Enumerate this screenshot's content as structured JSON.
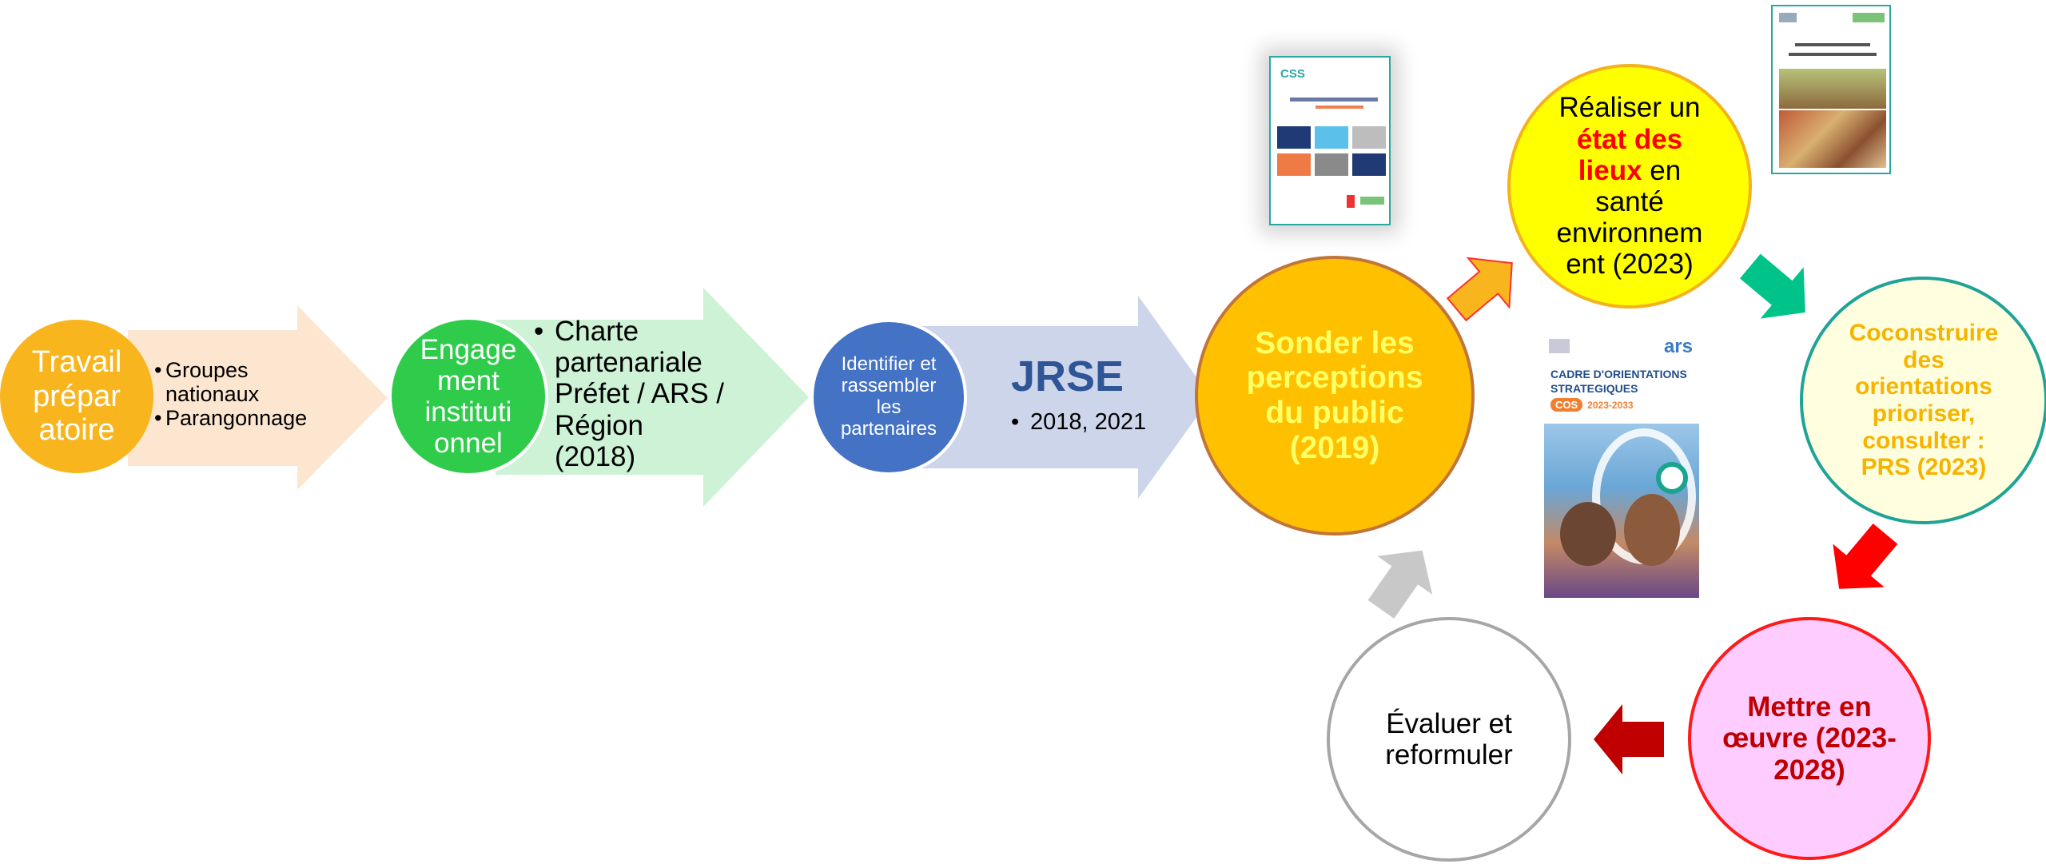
{
  "stage1": {
    "circle_label": "Travail prépar atoire",
    "bullets": [
      "Groupes nationaux",
      "Parangonnage"
    ],
    "colors": {
      "circle": "#f9b51e",
      "arrow": "#fde6d0"
    }
  },
  "stage2": {
    "circle_label": "Engage ment instituti onnel",
    "bullets": [
      "Charte partenariale Préfet / ARS / Région (2018)"
    ],
    "colors": {
      "circle": "#2ecc4a",
      "arrow": "#cdf2d6"
    }
  },
  "stage3": {
    "circle_label": "Identifier et rassembler les partenaires",
    "heading": "JRSE",
    "bullets": [
      "2018, 2021"
    ],
    "colors": {
      "circle": "#4472c4",
      "arrow": "#cdd5ea",
      "heading": "#2f5597"
    }
  },
  "cycle": {
    "sonder": {
      "label": "Sonder les perceptions du public (2019)",
      "fill": "#ffc000",
      "border": "#c0763a",
      "text": "#ffff66"
    },
    "etat": {
      "part1": "Réaliser un",
      "highlight": "état des lieux",
      "part2": "en santé environnem ent (2023)",
      "fill": "#ffff00",
      "border": "#f2b31d",
      "highlight_color": "#ff0000"
    },
    "coconstruire": {
      "label": "Coconstruire des orientations prioriser, consulter : PRS (2023)",
      "fill": "#ffffe0",
      "border": "#1fa396",
      "text": "#f6b400"
    },
    "mettre": {
      "label": "Mettre en œuvre (2023-2028)",
      "fill": "#ffccff",
      "border": "#ff1a1a",
      "text": "#c00000"
    },
    "evaluer": {
      "label": "Évaluer et reformuler",
      "fill": "#ffffff",
      "border": "#a6a6a6",
      "text": "#000000"
    }
  },
  "cos_cover": {
    "title": "CADRE D'ORIENTATIONS STRATEGIQUES",
    "badge": "COS",
    "years": "2023-2033",
    "brand": "ars"
  },
  "report_cover": {
    "logo": "CSS"
  }
}
